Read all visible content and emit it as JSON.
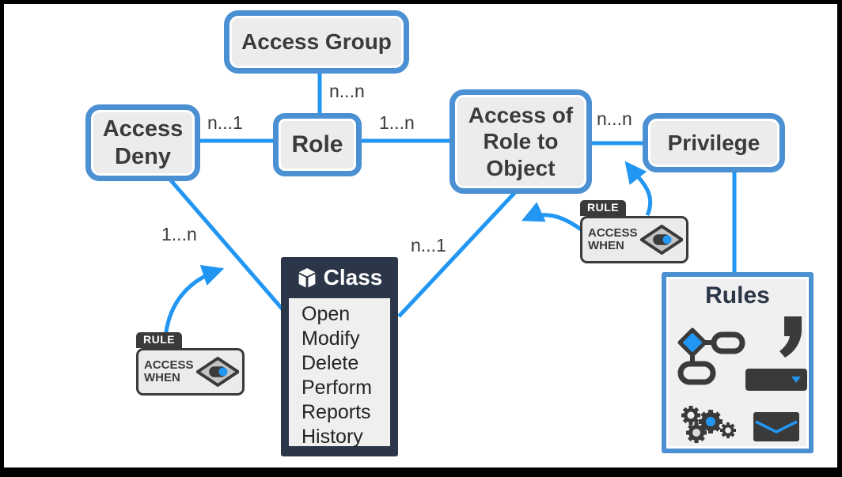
{
  "entities": {
    "access_group": "Access Group",
    "access_deny": "Access Deny",
    "role": "Role",
    "access_of_role_to_object": "Access of Role to Object",
    "privilege": "Privilege"
  },
  "connectors": {
    "access_group_to_role": "n...n",
    "access_deny_to_role": "n...1",
    "role_to_access_of_role": "1...n",
    "access_of_role_to_privilege": "n...n",
    "access_deny_to_class": "1...n",
    "access_of_role_to_class": "n...1"
  },
  "class_box": {
    "title": "Class",
    "icon": "cube-icon",
    "items": [
      "Open",
      "Modify",
      "Delete",
      "Perform",
      "Reports",
      "History"
    ]
  },
  "rules_box": {
    "title": "Rules",
    "icons": [
      "flowchart-icon",
      "comma-icon",
      "dropdown-field-icon",
      "gears-icon",
      "envelope-icon"
    ]
  },
  "rule_badge": {
    "tab": "RULE",
    "line1": "ACCESS",
    "line2": "WHEN",
    "icon": "access-when-eye-icon"
  },
  "colors": {
    "connector": "#2196f3",
    "box_border": "#4a90d2",
    "box_fill": "#ececec",
    "dark_navy": "#2b3648",
    "icon_dark": "#3a3a3a",
    "frame": "#000000",
    "text": "#3b3b3b"
  }
}
